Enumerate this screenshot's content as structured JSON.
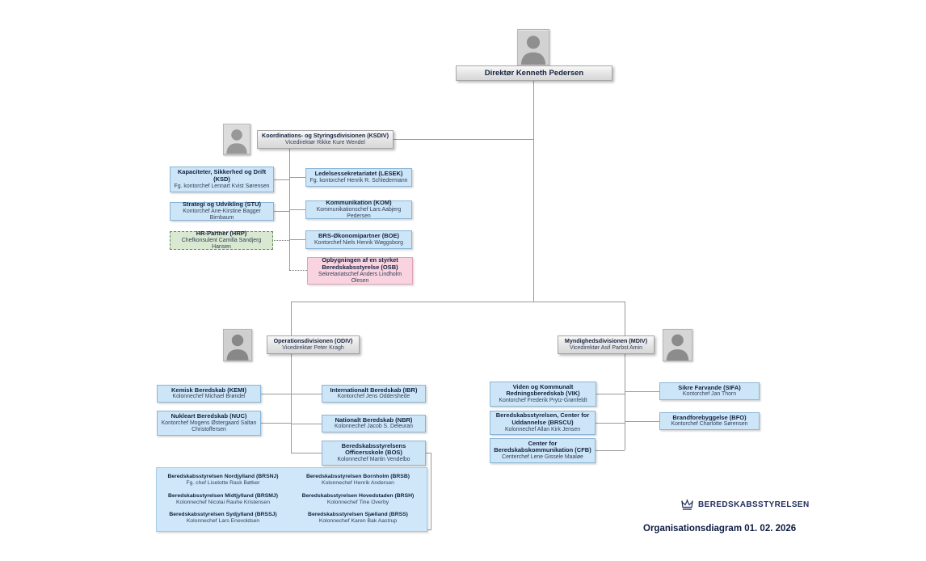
{
  "org": {
    "director": {
      "title": "Direktør Kenneth Pedersen"
    },
    "ksdiv": {
      "title": "Koordinations- og Styringsdivisionen (KSDIV)",
      "sub": "Vicedirektør Rikke Kure Wendel"
    },
    "odiv": {
      "title": "Operationsdivisionen (ODIV)",
      "sub": "Vicedirektør Peter Kragh"
    },
    "mdiv": {
      "title": "Myndighedsdivisionen (MDIV)",
      "sub": "Vicedirektør Asif Parbst Amin"
    },
    "ksd": {
      "title": "Kapaciteter, Sikkerhed og Drift (KSD)",
      "sub": "Fg. kontorchef Lennart Kvist Sørensen"
    },
    "stu": {
      "title": "Strategi og Udvikling (STU)",
      "sub": "Kontorchef Ane-Kirstine Bagger Birnbaum"
    },
    "hrp": {
      "title": "HR-Partner (HRP)",
      "sub": "Chefkonsulent Camilla Sandjerg Hansen"
    },
    "lesek": {
      "title": "Ledelsessekretariatet (LESEK)",
      "sub": "Fg. kontorchef Henrik R. Schledermann"
    },
    "kom": {
      "title": "Kommunikation (KOM)",
      "sub": "Kommunikationschef Lars Aabjerg Pedersen"
    },
    "boe": {
      "title": "BRS-Økonomipartner (BOE)",
      "sub": "Kontorchef Niels Henrik Wøggsborg"
    },
    "osb": {
      "title": "Opbygningen af en styrket Beredskabsstyrelse (OSB)",
      "sub": "Sekretariatschef Anders Lindholm Olesen"
    },
    "kemi": {
      "title": "Kemisk Beredskab (KEMI)",
      "sub": "Kolonnechef Michael Brøndel"
    },
    "nuc": {
      "title": "Nukleart Beredskab (NUC)",
      "sub": "Kontorchef Mogens Østergaard Saltan Christoffersen"
    },
    "ibr": {
      "title": "Internationalt Beredskab (IBR)",
      "sub": "Kontorchef Jens Oddershede"
    },
    "nbr": {
      "title": "Nationalt Beredskab (NBR)",
      "sub": "Kolonnechef Jacob S. Deleuran"
    },
    "bos": {
      "title": "Beredskabsstyrelsens Officersskole (BOS)",
      "sub": "Kolonnechef Martin Vendelbo"
    },
    "vik": {
      "title": "Viden og Kommunalt Redningsberedskab (VIK)",
      "sub": "Kontorchef Frederik Prytz-Grønfeldt"
    },
    "brscu": {
      "title": "Beredskabsstyrelsen, Center for Uddannelse (BRSCU)",
      "sub": "Kolonnechef Allan Kirk Jensen"
    },
    "cfb": {
      "title": "Center for Beredskabskommunikation (CFB)",
      "sub": "Centerchef Lene Gissele Maaløe"
    },
    "sifa": {
      "title": "Sikre Farvande (SIFA)",
      "sub": "Kontorchef Jan Thorn"
    },
    "bfo": {
      "title": "Brandforebyggelse (BFO)",
      "sub": "Kontorchef Charlotte Sørensen"
    },
    "regional_left": [
      {
        "title": "Beredskabsstyrelsen Nordjylland (BRSNJ)",
        "sub": "Fg. chef Liselotte Rask Bøtker"
      },
      {
        "title": "Beredskabsstyrelsen Midtjylland (BRSMJ)",
        "sub": "Kolonnechef Nicolai Rauhe Kristensen"
      },
      {
        "title": "Beredskabsstyrelsen Sydjylland (BRSSJ)",
        "sub": "Kolonnechef Lars Enevoldsen"
      }
    ],
    "regional_right": [
      {
        "title": "Beredskabsstyrelsen Bornholm (BRSB)",
        "sub": "Kolonnechef Henrik Andersen"
      },
      {
        "title": "Beredskabsstyrelsen Hovedstaden (BRSH)",
        "sub": "Kolonnechef Tine Overby"
      },
      {
        "title": "Beredskabsstyrelsen Sjælland (BRSS)",
        "sub": "Kolonnechef Karen Bak Aastrup"
      }
    ]
  },
  "footer": {
    "logo_text": "BEREDSKABSSTYRELSEN",
    "caption": "Organisationsdiagram 01. 02. 2026"
  },
  "colors": {
    "box_blue": "#cde6f7",
    "box_blue_border": "#8ab4d6",
    "box_green": "#d9e8d0",
    "box_pink": "#f9d3df",
    "navy_text": "#232f5e",
    "line_gray": "#9a9a9a"
  }
}
